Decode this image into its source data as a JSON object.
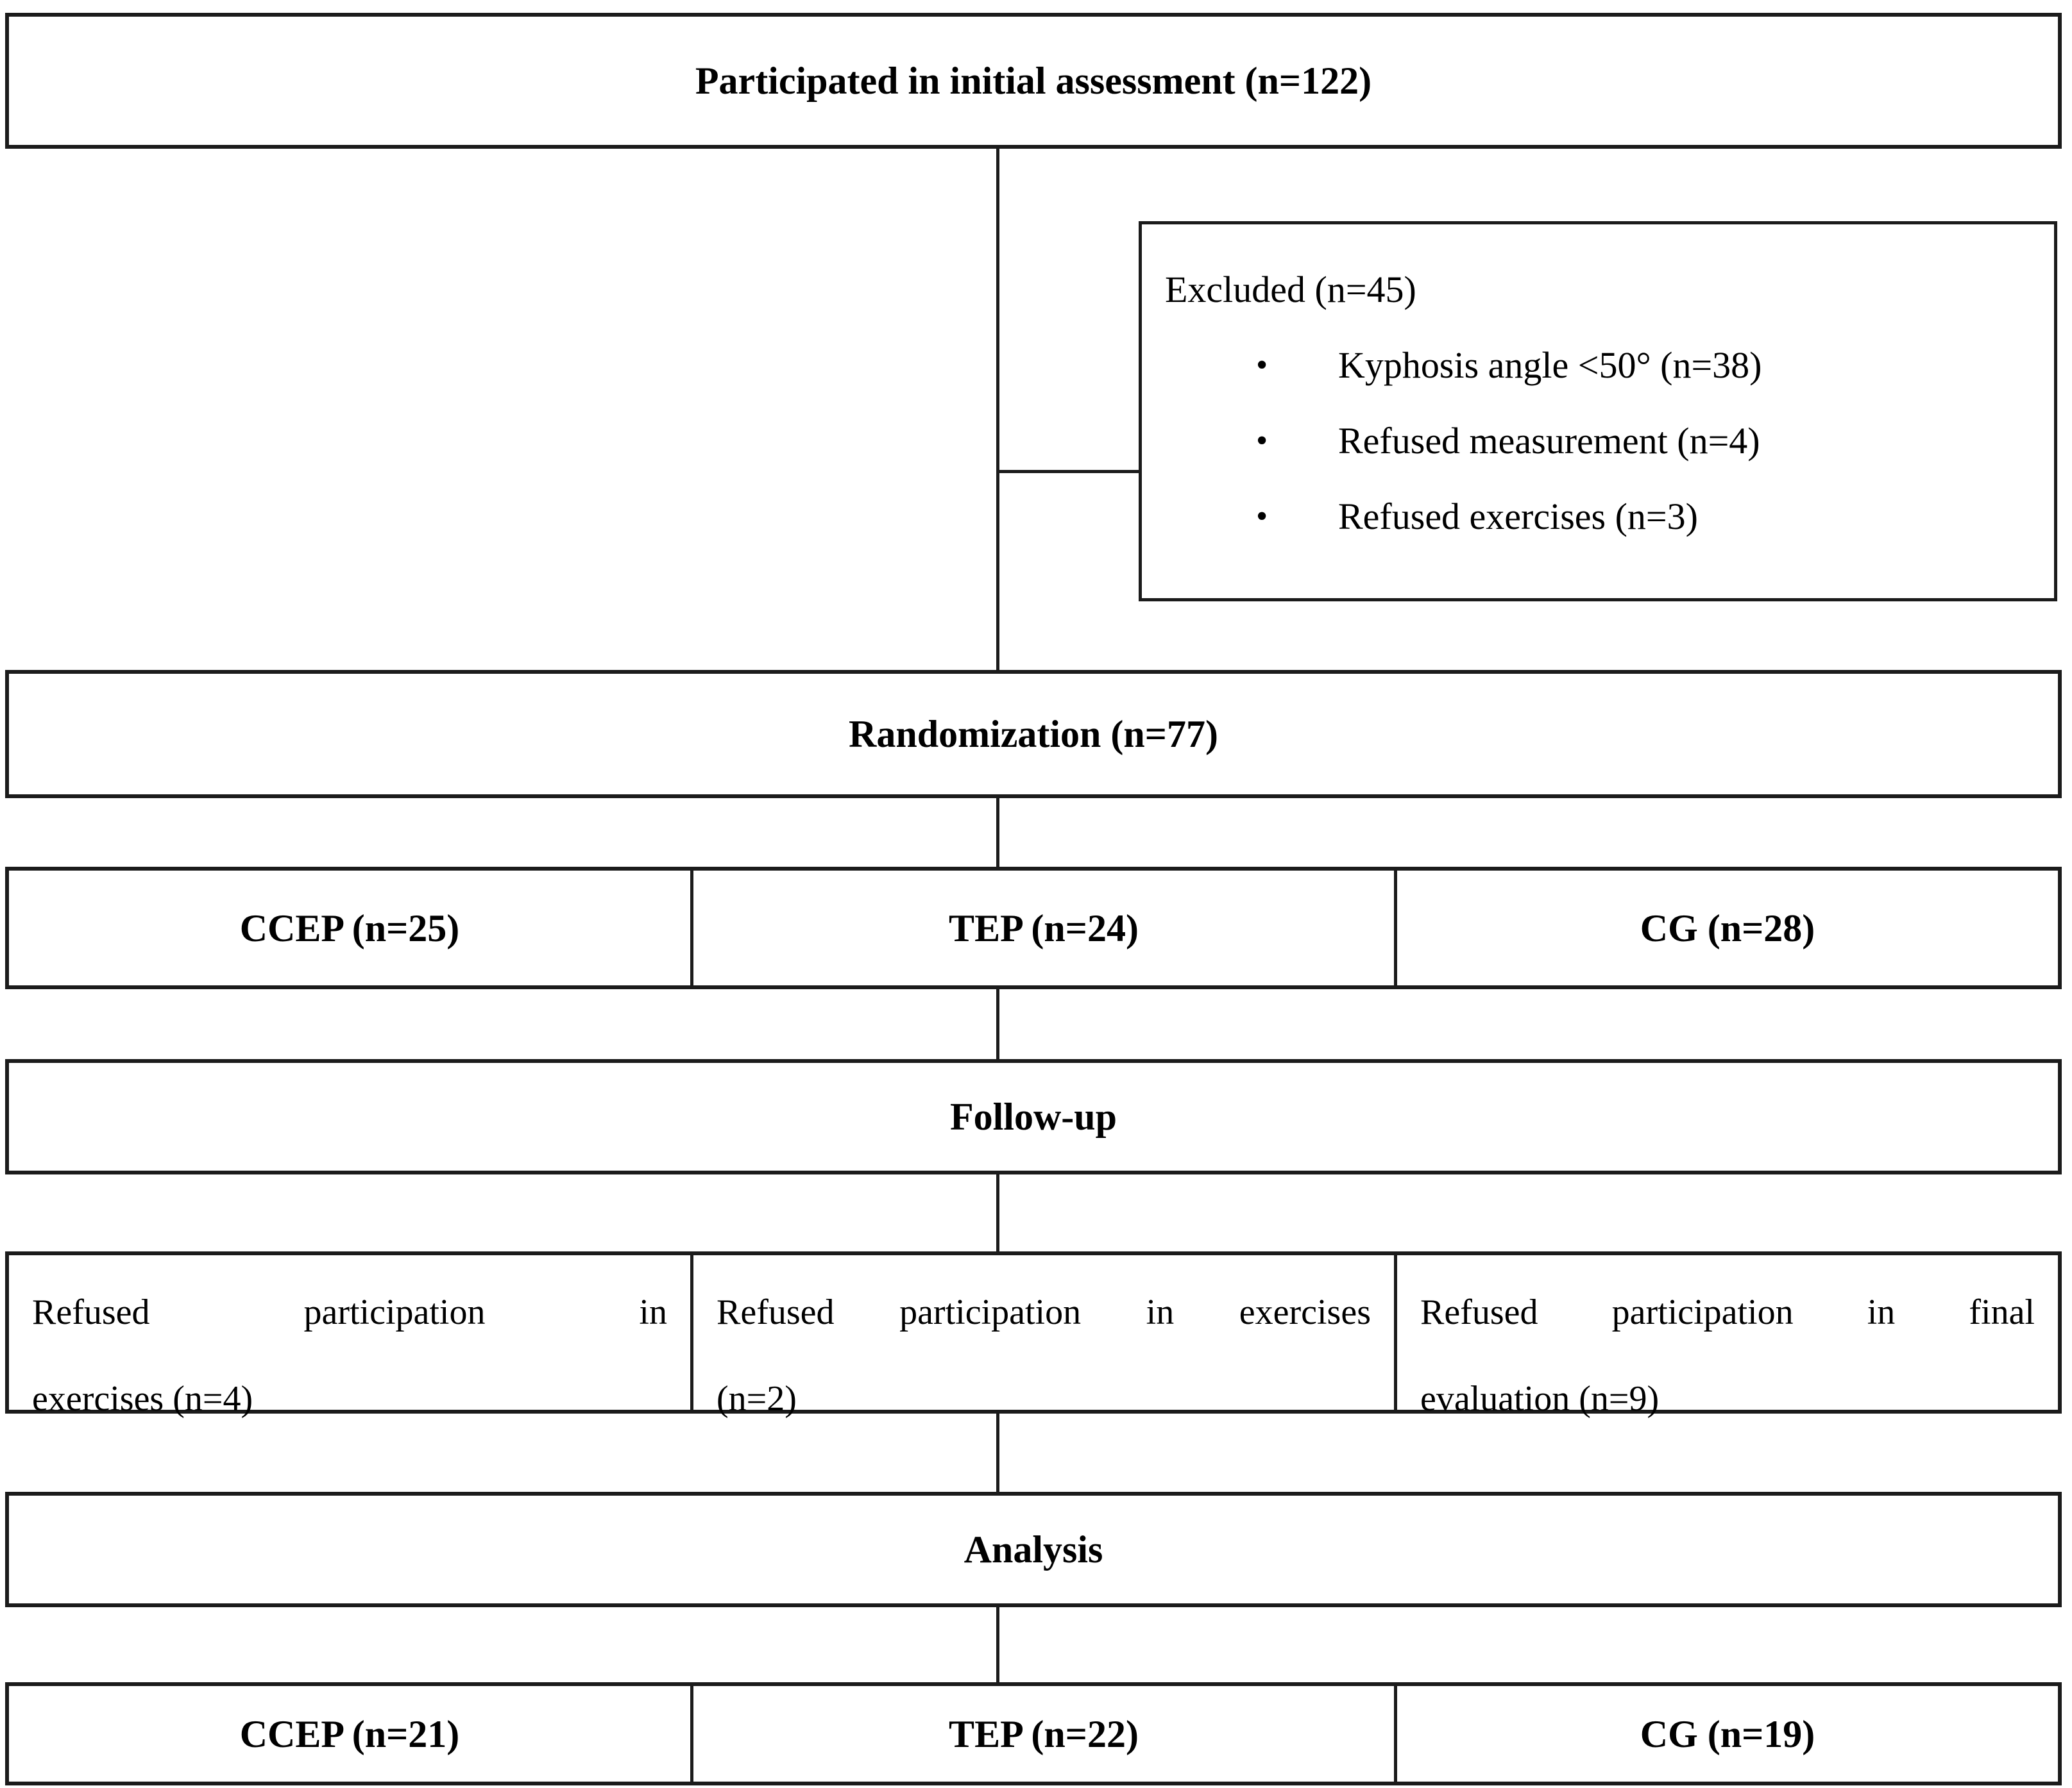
{
  "colors": {
    "border": "#1b1b1b",
    "background": "#ffffff",
    "text": "#000000"
  },
  "icons": {
    "bullet": "•"
  },
  "boxes": {
    "initial": {
      "label": "Participated in initial assessment (n=122)"
    },
    "excluded": {
      "title": "Excluded (n=45)",
      "items": [
        "Kyphosis angle <50° (n=38)",
        "Refused measurement (n=4)",
        "Refused exercises (n=3)"
      ]
    },
    "randomization": {
      "label": "Randomization (n=77)"
    },
    "followup": {
      "label": "Follow-up"
    },
    "analysis": {
      "label": "Analysis"
    }
  },
  "allocation_row": [
    {
      "label": "CCEP (n=25)"
    },
    {
      "label": "TEP (n=24)"
    },
    {
      "label": "CG (n=28)"
    }
  ],
  "dropout_row": [
    {
      "line1": "Refused participation in",
      "line2": "exercises (n=4)"
    },
    {
      "line1": "Refused participation in exercises",
      "line2": "(n=2)"
    },
    {
      "line1": "Refused participation in final",
      "line2": "evaluation (n=9)"
    }
  ],
  "analysis_row": [
    {
      "label": "CCEP (n=21)"
    },
    {
      "label": "TEP (n=22)"
    },
    {
      "label": "CG (n=19)"
    }
  ]
}
